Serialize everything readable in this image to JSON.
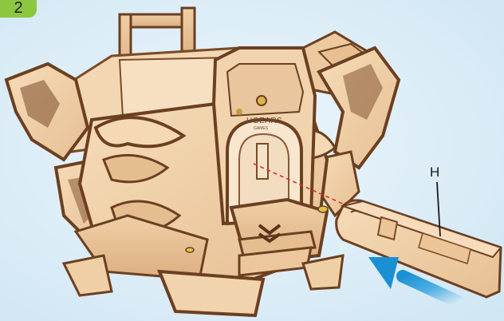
{
  "step": {
    "number": "2"
  },
  "part": {
    "label": "H"
  },
  "logo": {
    "brand": "UGEARS",
    "sub": "GAMES"
  },
  "colors": {
    "accent_green": "#8dc63f",
    "wood_light": "#f1d3ae",
    "wood_mid": "#e2b98c",
    "wood_dark": "#7a4a28",
    "arrow_blue": "#2aa1e0",
    "guide_red": "#d9302a"
  },
  "icons": {
    "direction": "insert-arrow-icon"
  }
}
